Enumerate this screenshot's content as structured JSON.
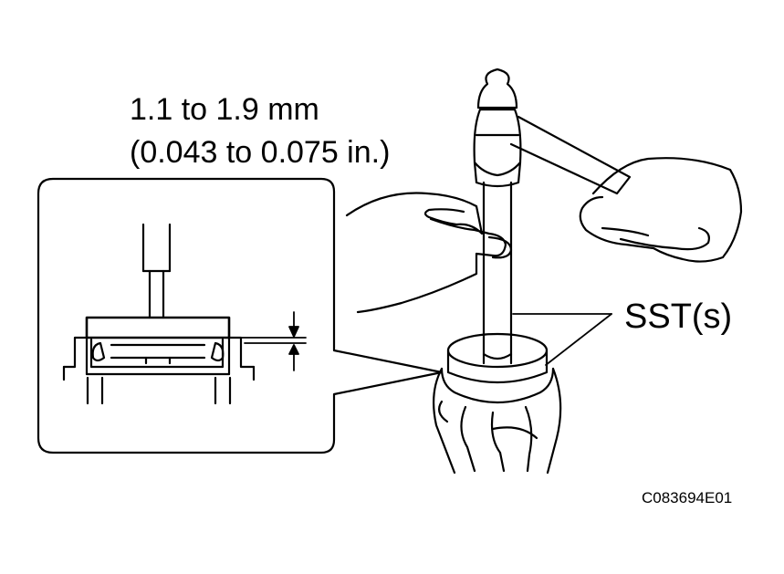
{
  "annotations": {
    "spec_mm": "1.1 to 1.9 mm",
    "spec_in": "(0.043 to 0.075 in.)",
    "tool_label": "SST(s)",
    "figure_code": "C083694E01"
  },
  "colors": {
    "line": "#000000",
    "background": "#ffffff"
  },
  "icons": [
    "hammer-icon",
    "hand-icon",
    "oil-seal-detail-icon",
    "steering-housing-icon"
  ]
}
